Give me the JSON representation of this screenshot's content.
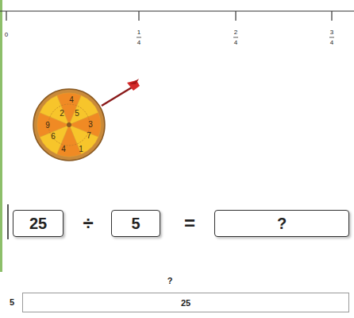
{
  "diagram": {
    "nodes": [
      {
        "text": [
          "25"
        ]
      },
      {
        "text": [
          "5"
        ]
      },
      {
        "text": [
          "?"
        ]
      },
      {
        "text": [
          "25"
        ]
      }
    ],
    "labels": [
      "0",
      "1",
      "4",
      "2",
      "4",
      "3",
      "4",
      "4",
      "2",
      "5",
      "9",
      "3",
      "6",
      "7",
      "4",
      "1",
      "÷",
      "=",
      "?",
      "5"
    ]
  }
}
